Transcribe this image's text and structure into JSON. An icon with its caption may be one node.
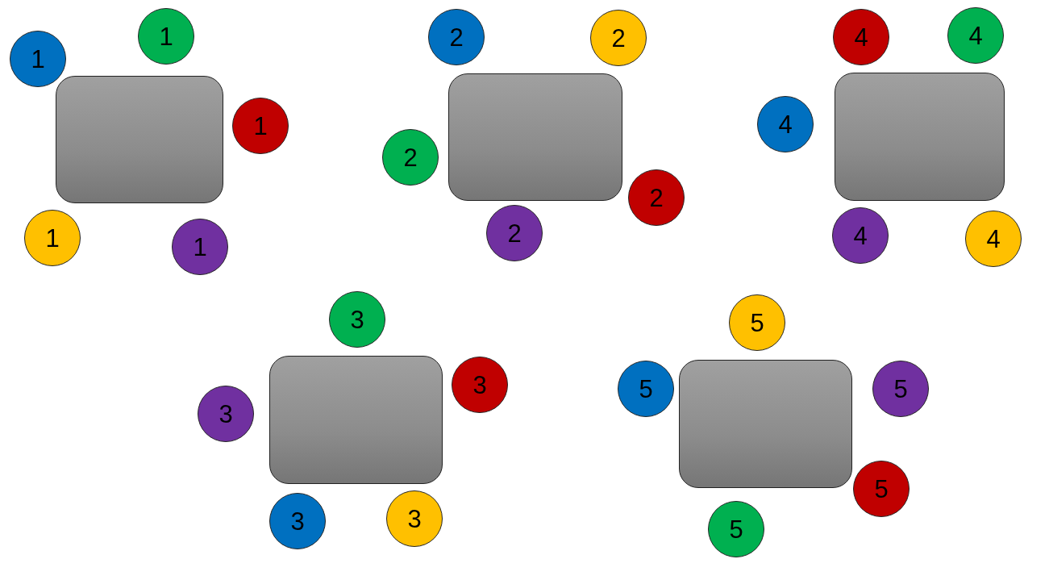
{
  "diagram": {
    "nodes": [
      {
        "text": [],
        "shape": "box"
      },
      {
        "text": [
          "1"
        ]
      },
      {
        "text": [
          "1"
        ]
      },
      {
        "text": [
          "1"
        ]
      },
      {
        "text": [
          "1"
        ]
      },
      {
        "text": [
          "1"
        ]
      },
      {
        "text": [],
        "shape": "box"
      },
      {
        "text": [
          "2"
        ]
      },
      {
        "text": [
          "2"
        ]
      },
      {
        "text": [
          "2"
        ]
      },
      {
        "text": [
          "2"
        ]
      },
      {
        "text": [
          "2"
        ]
      },
      {
        "text": [],
        "shape": "box"
      },
      {
        "text": [
          "4"
        ]
      },
      {
        "text": [
          "4"
        ]
      },
      {
        "text": [
          "4"
        ]
      },
      {
        "text": [
          "4"
        ]
      },
      {
        "text": [
          "4"
        ]
      },
      {
        "text": [],
        "shape": "box"
      },
      {
        "text": [
          "3"
        ]
      },
      {
        "text": [
          "3"
        ]
      },
      {
        "text": [
          "3"
        ]
      },
      {
        "text": [
          "3"
        ]
      },
      {
        "text": [
          "3"
        ]
      },
      {
        "text": [],
        "shape": "box"
      },
      {
        "text": [
          "5"
        ]
      },
      {
        "text": [
          "5"
        ]
      },
      {
        "text": [
          "5"
        ]
      },
      {
        "text": [
          "5"
        ]
      },
      {
        "text": [
          "5"
        ]
      }
    ],
    "edges": []
  }
}
